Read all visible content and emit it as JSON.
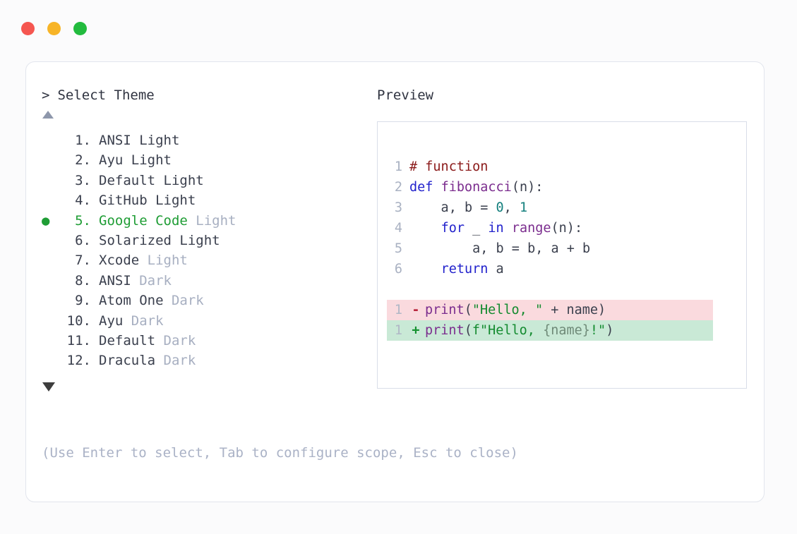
{
  "window": {
    "traffic_lights": [
      {
        "name": "close",
        "color": "#f55650"
      },
      {
        "name": "minimize",
        "color": "#f7b427"
      },
      {
        "name": "maximize",
        "color": "#22bb3e"
      }
    ]
  },
  "picker": {
    "caret": ">",
    "title": "Select Theme",
    "scroll_up_icon": "triangle-up-icon",
    "scroll_down_icon": "triangle-down-icon",
    "selected_index": 5,
    "selected_bullet": "●",
    "items": [
      {
        "number": "1.",
        "name": "ANSI Light",
        "variant": "",
        "selected": false
      },
      {
        "number": "2.",
        "name": "Ayu Light",
        "variant": "",
        "selected": false
      },
      {
        "number": "3.",
        "name": "Default Light",
        "variant": "",
        "selected": false
      },
      {
        "number": "4.",
        "name": "GitHub Light",
        "variant": "",
        "selected": false
      },
      {
        "number": "5.",
        "name": "Google Code",
        "variant": "Light",
        "selected": true
      },
      {
        "number": "6.",
        "name": "Solarized Light",
        "variant": "",
        "selected": false
      },
      {
        "number": "7.",
        "name": "Xcode",
        "variant": "Light",
        "selected": false
      },
      {
        "number": "8.",
        "name": "ANSI",
        "variant": "Dark",
        "selected": false
      },
      {
        "number": "9.",
        "name": "Atom One",
        "variant": "Dark",
        "selected": false
      },
      {
        "number": "10.",
        "name": "Ayu",
        "variant": "Dark",
        "selected": false
      },
      {
        "number": "11.",
        "name": "Default",
        "variant": "Dark",
        "selected": false
      },
      {
        "number": "12.",
        "name": "Dracula",
        "variant": "Dark",
        "selected": false
      }
    ],
    "hint": "(Use Enter to select, Tab to configure scope, Esc to close)"
  },
  "preview": {
    "label": "Preview",
    "code_lines": [
      {
        "lineno": "1",
        "tokens": [
          {
            "text": "# function",
            "kind": "comment"
          }
        ]
      },
      {
        "lineno": "2",
        "tokens": [
          {
            "text": "def ",
            "kind": "keyword"
          },
          {
            "text": "fibonacci",
            "kind": "func"
          },
          {
            "text": "(n):",
            "kind": "plain"
          }
        ]
      },
      {
        "lineno": "3",
        "tokens": [
          {
            "text": "    a, b = ",
            "kind": "plain"
          },
          {
            "text": "0",
            "kind": "number"
          },
          {
            "text": ", ",
            "kind": "plain"
          },
          {
            "text": "1",
            "kind": "number"
          }
        ]
      },
      {
        "lineno": "4",
        "tokens": [
          {
            "text": "    ",
            "kind": "plain"
          },
          {
            "text": "for",
            "kind": "keyword"
          },
          {
            "text": " _ ",
            "kind": "plain"
          },
          {
            "text": "in",
            "kind": "keyword"
          },
          {
            "text": " ",
            "kind": "plain"
          },
          {
            "text": "range",
            "kind": "func"
          },
          {
            "text": "(n):",
            "kind": "plain"
          }
        ]
      },
      {
        "lineno": "5",
        "tokens": [
          {
            "text": "        a, b = b, a + b",
            "kind": "plain"
          }
        ]
      },
      {
        "lineno": "6",
        "tokens": [
          {
            "text": "    ",
            "kind": "plain"
          },
          {
            "text": "return",
            "kind": "keyword"
          },
          {
            "text": " a",
            "kind": "plain"
          }
        ]
      }
    ],
    "diff_lines": [
      {
        "lineno": "1",
        "sign": "-",
        "type": "del",
        "tokens": [
          {
            "text": "print",
            "kind": "func"
          },
          {
            "text": "(",
            "kind": "plain"
          },
          {
            "text": "\"Hello, \"",
            "kind": "string"
          },
          {
            "text": " + name)",
            "kind": "plain"
          }
        ]
      },
      {
        "lineno": "1",
        "sign": "+",
        "type": "add",
        "tokens": [
          {
            "text": "print",
            "kind": "func"
          },
          {
            "text": "(",
            "kind": "plain"
          },
          {
            "text": "f\"Hello, ",
            "kind": "string"
          },
          {
            "text": "{name}",
            "kind": "interp"
          },
          {
            "text": "!\"",
            "kind": "string"
          },
          {
            "text": ")",
            "kind": "plain"
          }
        ]
      }
    ]
  },
  "colors": {
    "accent_green": "#1f9d35",
    "variant_gray": "#a7afc1",
    "hint_gray": "#aab2c6",
    "diff_del_bg": "#fadade",
    "diff_add_bg": "#c9e9d6",
    "panel_border": "#d9dde8",
    "card_border": "#e2e5ed"
  }
}
